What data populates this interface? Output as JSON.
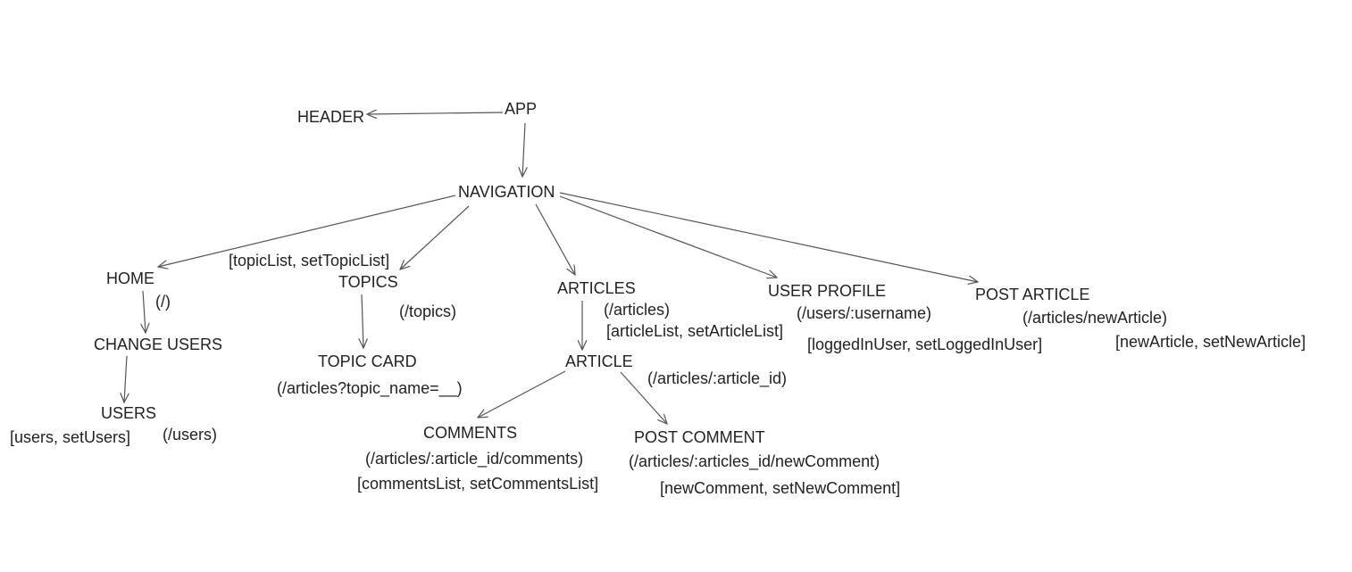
{
  "diagram": {
    "nodes": {
      "app": "APP",
      "header": "HEADER",
      "navigation": "NAVIGATION",
      "home": "HOME",
      "topics": "TOPICS",
      "articles": "ARTICLES",
      "user_profile": "USER PROFILE",
      "post_article": "POST ARTICLE",
      "change_users": "CHANGE USERS",
      "users": "USERS",
      "topic_card": "TOPIC CARD",
      "article": "ARTICLE",
      "comments": "COMMENTS",
      "post_comment": "POST COMMENT"
    },
    "notes": {
      "home_route": "(/)",
      "topics_state": "[topicList, setTopicList]",
      "topics_route": "(/topics)",
      "articles_route": "(/articles)",
      "articles_state": "[articleList, setArticleList]",
      "user_profile_route": "(/users/:username)",
      "user_profile_state": "[loggedInUser, setLoggedInUser]",
      "post_article_route": "(/articles/newArticle)",
      "post_article_state": "[newArticle, setNewArticle]",
      "users_state": "[users, setUsers]",
      "users_route": "(/users)",
      "topic_card_route": "(/articles?topic_name=__)",
      "article_route": "(/articles/:article_id)",
      "comments_route": "(/articles/:article_id/comments)",
      "comments_state": "[commentsList, setCommentsList]",
      "post_comment_route": "(/articles/:articles_id/newComment)",
      "post_comment_state": "[newComment, setNewComment]"
    },
    "edges": [
      {
        "from": "app",
        "to": "header"
      },
      {
        "from": "app",
        "to": "navigation"
      },
      {
        "from": "navigation",
        "to": "home"
      },
      {
        "from": "navigation",
        "to": "topics"
      },
      {
        "from": "navigation",
        "to": "articles"
      },
      {
        "from": "navigation",
        "to": "user_profile"
      },
      {
        "from": "navigation",
        "to": "post_article"
      },
      {
        "from": "home",
        "to": "change_users"
      },
      {
        "from": "change_users",
        "to": "users"
      },
      {
        "from": "topics",
        "to": "topic_card"
      },
      {
        "from": "articles",
        "to": "article"
      },
      {
        "from": "article",
        "to": "comments"
      },
      {
        "from": "article",
        "to": "post_comment"
      }
    ],
    "line_color": "#555555"
  }
}
